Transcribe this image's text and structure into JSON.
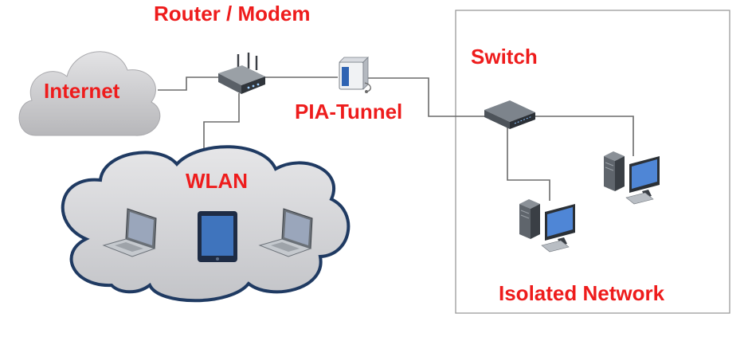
{
  "labels": {
    "router_modem": "Router / Modem",
    "internet": "Internet",
    "pia_tunnel": "PIA-Tunnel",
    "switch": "Switch",
    "wlan": "WLAN",
    "isolated_network": "Isolated Network"
  },
  "colors": {
    "label": "#ee1c1c",
    "internet_cloud": "#c9c9cb",
    "wlan_cloud_border": "#1f3a62",
    "wlan_cloud_fill": "#d4d5d8",
    "connector": "#6b6b6b",
    "isolated_border": "#9a9a9a",
    "tablet_screen": "#3f74bd",
    "laptop_screen": "#9aa6bb"
  },
  "icons": {
    "internet": "cloud-icon",
    "router": "router-icon",
    "tunnel": "vpn-appliance-icon",
    "switch": "switch-icon",
    "wlan": "cloud-icon",
    "devices": [
      "laptop-icon",
      "tablet-icon",
      "laptop-icon",
      "desktop-computer-icon",
      "desktop-computer-icon"
    ]
  }
}
